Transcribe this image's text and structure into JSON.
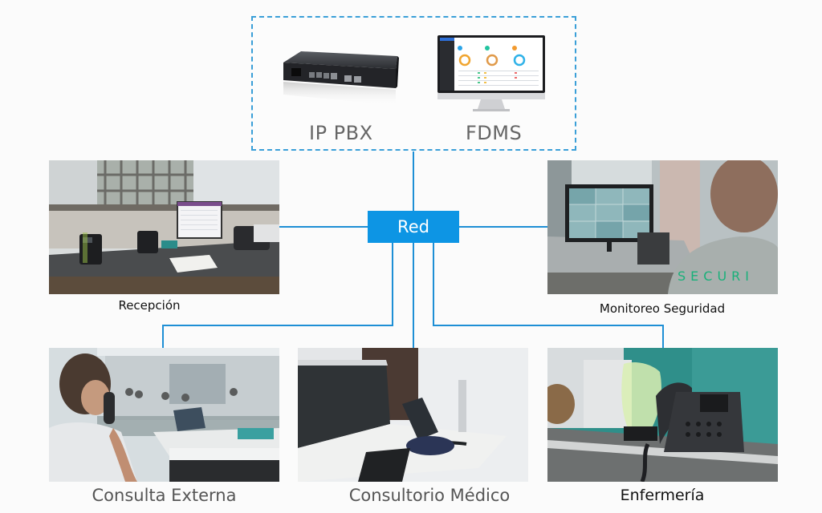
{
  "diagram": {
    "title": "Red de telefonía IP",
    "server_group": {
      "devices": [
        {
          "label": "IP PBX",
          "icon": "ip-pbx-device-icon"
        },
        {
          "label": "FDMS",
          "icon": "fdms-monitor-icon"
        }
      ]
    },
    "hub": {
      "label": "Red"
    },
    "nodes": [
      {
        "id": "recepcion",
        "label": "Recepción",
        "image": "reception-desk-photo"
      },
      {
        "id": "monitoreo",
        "label": "Monitoreo Seguridad",
        "image": "security-monitoring-photo",
        "shirt_text": "SECURI"
      },
      {
        "id": "consulta-externa",
        "label": "Consulta Externa",
        "image": "external-consultation-photo"
      },
      {
        "id": "consultorio",
        "label": "Consultorio Médico",
        "image": "medical-office-photo"
      },
      {
        "id": "enfermeria",
        "label": "Enfermería",
        "image": "nursing-station-photo"
      }
    ],
    "edges": [
      {
        "from": "server_group",
        "to": "hub"
      },
      {
        "from": "hub",
        "to": "recepcion"
      },
      {
        "from": "hub",
        "to": "monitoreo"
      },
      {
        "from": "hub",
        "to": "consulta-externa"
      },
      {
        "from": "hub",
        "to": "consultorio"
      },
      {
        "from": "hub",
        "to": "enfermeria"
      }
    ],
    "colors": {
      "line": "#1e8fd5",
      "hub_fill": "#0d95e4",
      "dashed_border": "#3a9fd8"
    }
  }
}
